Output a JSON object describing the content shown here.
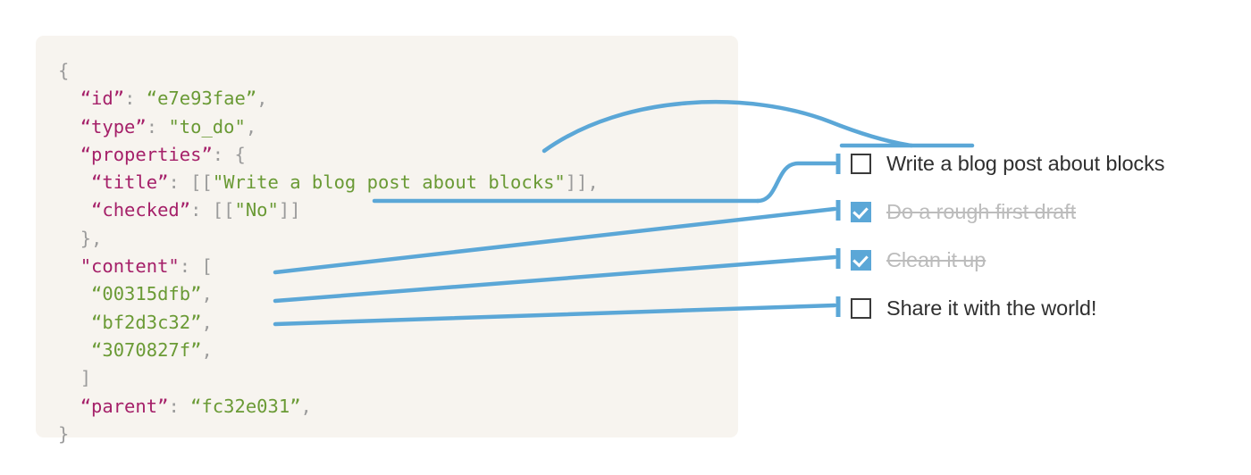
{
  "panel": {
    "background_color": "#F7F4EF",
    "accent_color": "#5BA7D7",
    "key_color": "#A52069",
    "string_color": "#6A9A35",
    "punctuation_color": "#9B9B9B"
  },
  "json_code": {
    "open_brace": "{",
    "close_brace": "}",
    "lines": [
      {
        "indent": 0,
        "punct_before": "",
        "key": "",
        "punct": "{",
        "value": "",
        "punct_after": ""
      },
      {
        "indent": 1,
        "key": "“id”",
        "punct": ": ",
        "value": "“e7e93fae”",
        "punct_after": ","
      },
      {
        "indent": 1,
        "key": "“type”",
        "punct": ": ",
        "value": "\"to_do\"",
        "punct_after": ","
      },
      {
        "indent": 1,
        "key": "“properties”",
        "punct": ": {",
        "value": "",
        "punct_after": ""
      },
      {
        "indent": 2,
        "key": "“title”",
        "punct": ": [[",
        "value": "\"Write a blog post about blocks\"",
        "punct_after": "]],"
      },
      {
        "indent": 2,
        "key": "“checked”",
        "punct": ": [[",
        "value": "\"No\"",
        "punct_after": "]]"
      },
      {
        "indent": 1,
        "key": "",
        "punct": "},",
        "value": "",
        "punct_after": ""
      },
      {
        "indent": 1,
        "key": "\"content\"",
        "punct": ": [",
        "value": "",
        "punct_after": ""
      },
      {
        "indent": 2,
        "key": "",
        "punct": "",
        "value": "“00315dfb”",
        "punct_after": ","
      },
      {
        "indent": 2,
        "key": "",
        "punct": "",
        "value": "“bf2d3c32”",
        "punct_after": ","
      },
      {
        "indent": 2,
        "key": "",
        "punct": "",
        "value": "“3070827f”",
        "punct_after": ","
      },
      {
        "indent": 1,
        "key": "",
        "punct": "]",
        "value": "",
        "punct_after": ""
      },
      {
        "indent": 1,
        "key": "“parent”",
        "punct": ": ",
        "value": "“fc32e031”",
        "punct_after": ","
      },
      {
        "indent": 0,
        "key": "",
        "punct": "}",
        "value": "",
        "punct_after": ""
      }
    ],
    "id_value": "e7e93fae",
    "type_value": "to_do",
    "title_value": "Write a blog post about blocks",
    "checked_value": "No",
    "content_ids": [
      "00315dfb",
      "bf2d3c32",
      "3070827f"
    ],
    "parent_value": "fc32e031"
  },
  "checklist": {
    "items": [
      {
        "label": "Write a blog post about blocks",
        "checked": false
      },
      {
        "label": "Do a rough first draft",
        "checked": true
      },
      {
        "label": "Clean it up",
        "checked": true
      },
      {
        "label": "Share it with the world!",
        "checked": false
      }
    ]
  }
}
